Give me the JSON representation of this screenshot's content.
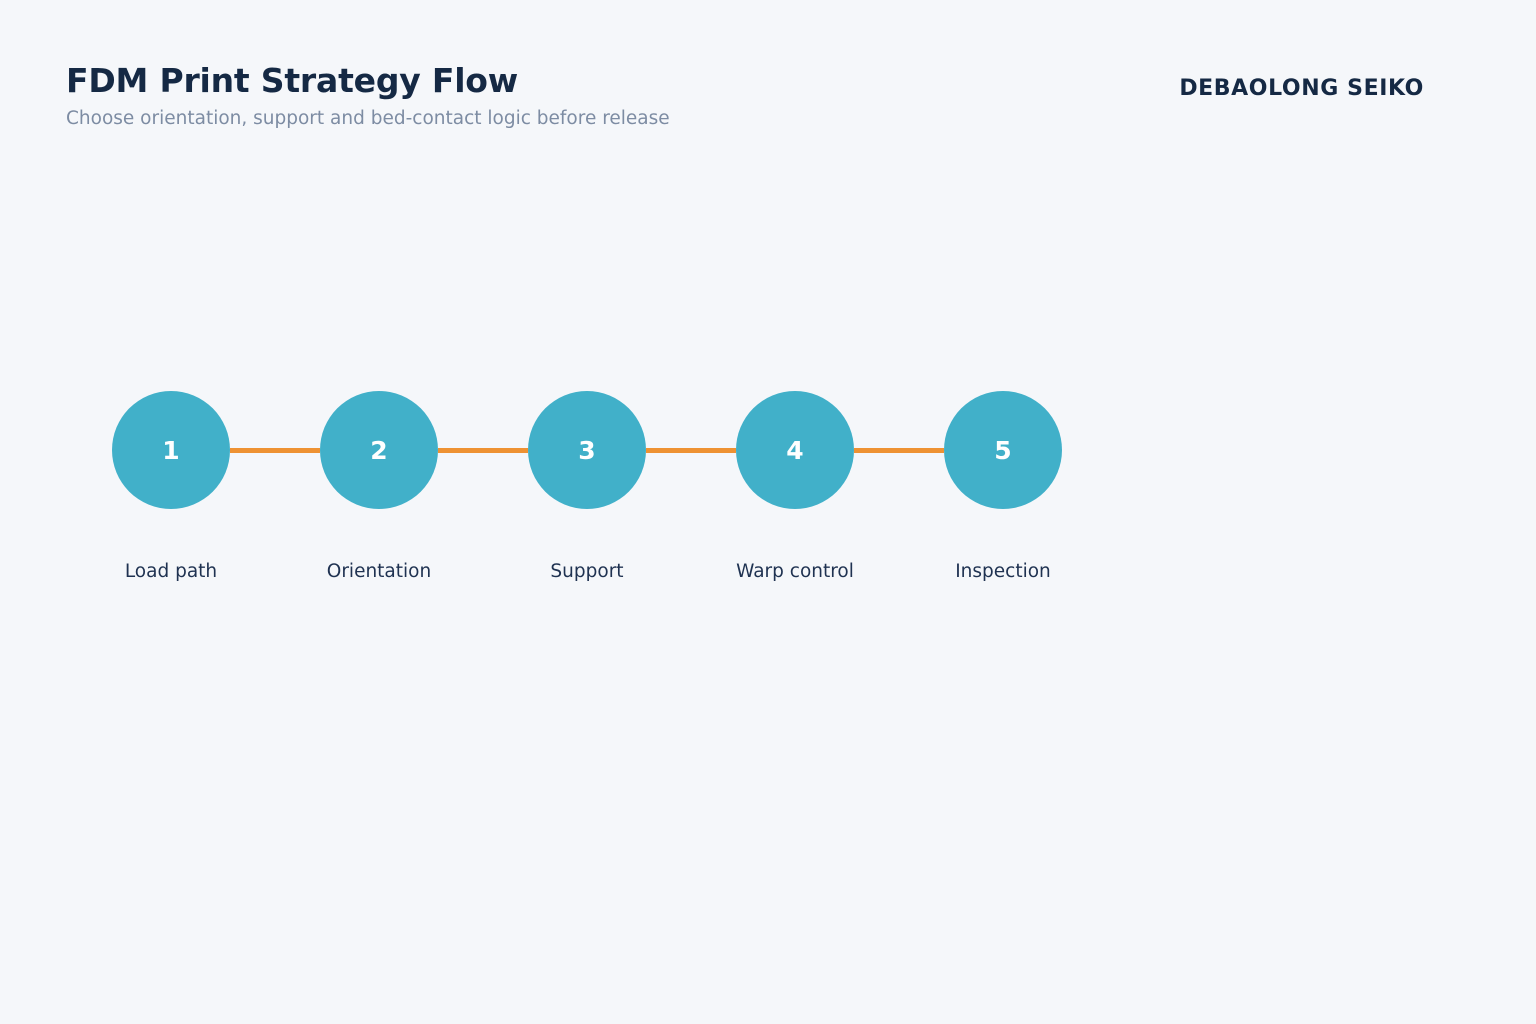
{
  "header": {
    "title": "FDM Print Strategy Flow",
    "subtitle": "Choose orientation, support and bed-contact logic before release",
    "brand": "DEBAOLONG SEIKO"
  },
  "colors": {
    "background": "#f5f7fa",
    "title": "#152944",
    "subtitle": "#7d8ca3",
    "node_fill": "#41b0c9",
    "node_number": "#ffffff",
    "connector": "#ee9233",
    "label": "#1f3251"
  },
  "flow": {
    "steps": [
      {
        "number": "1",
        "label": "Load path"
      },
      {
        "number": "2",
        "label": "Orientation"
      },
      {
        "number": "3",
        "label": "Support"
      },
      {
        "number": "4",
        "label": "Warp control"
      },
      {
        "number": "5",
        "label": "Inspection"
      }
    ]
  }
}
